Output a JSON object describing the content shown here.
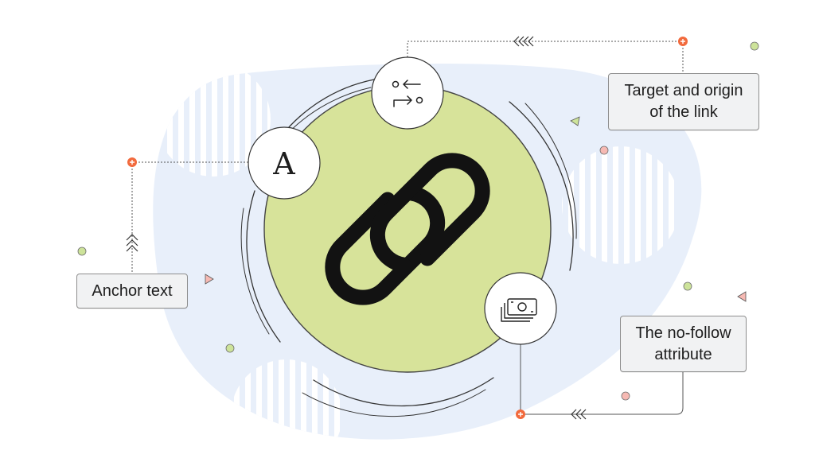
{
  "diagram": {
    "center_icon": "chain-link-icon",
    "nodes": [
      {
        "id": "anchor",
        "icon": "letter-a-icon",
        "glyph": "A",
        "label": "Anchor text"
      },
      {
        "id": "target",
        "icon": "swap-arrows-icon",
        "label_lines": [
          "Target and origin",
          "of the link"
        ]
      },
      {
        "id": "nofollow",
        "icon": "banknote-icon",
        "label_lines": [
          "The no-follow",
          "attribute"
        ]
      }
    ]
  },
  "labels": {
    "anchor_text": "Anchor text",
    "target_line1": "Target and origin",
    "target_line2": "of the link",
    "nofollow_line1": "The no-follow",
    "nofollow_line2": "attribute"
  },
  "glyphs": {
    "anchor_letter": "A"
  },
  "colors": {
    "blob": "#e8effa",
    "circle_fill": "#d7e39a",
    "accent_orange": "#f26a3d",
    "dot_green": "#cde39a",
    "dot_pink": "#f6b9b3",
    "line": "#333333",
    "label_bg": "#f1f2f3"
  }
}
